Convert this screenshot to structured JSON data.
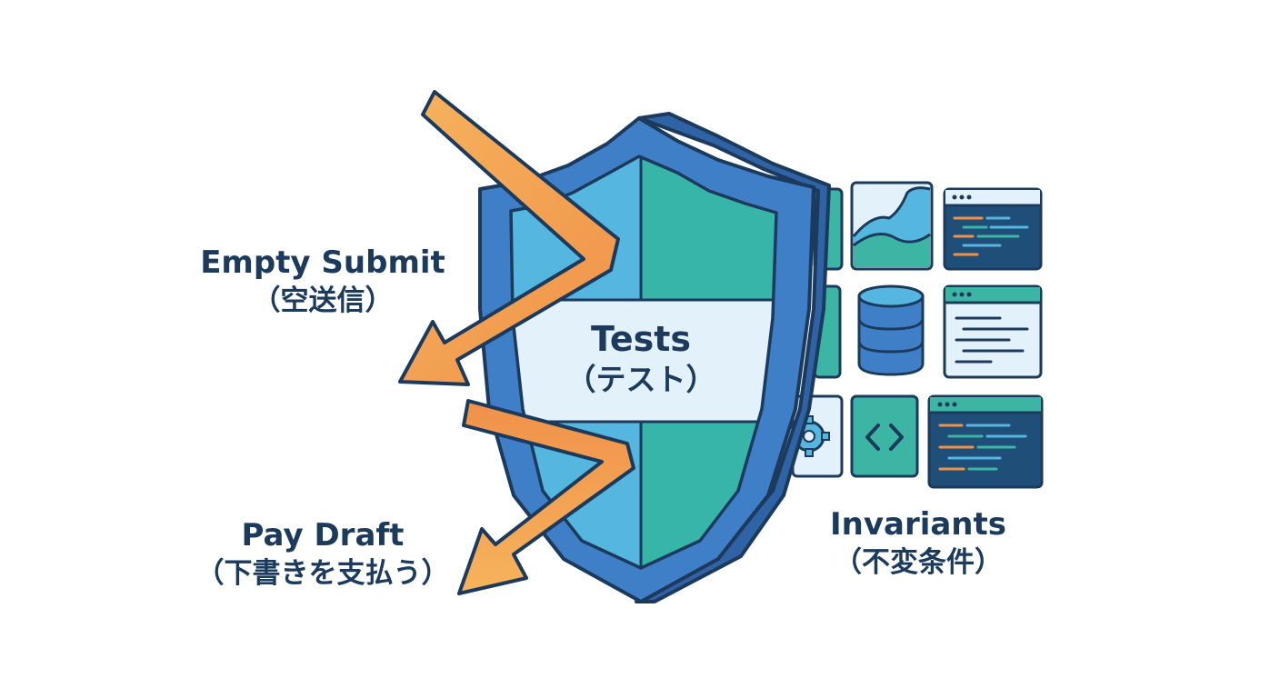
{
  "labels": {
    "empty_submit": {
      "en": "Empty Submit",
      "ja": "（空送信）"
    },
    "pay_draft": {
      "en": "Pay Draft",
      "ja": "（下書きを支払う）"
    },
    "tests": {
      "en": "Tests",
      "ja": "（テスト）"
    },
    "invariants": {
      "en": "Invariants",
      "ja": "（不変条件）"
    }
  },
  "icons": {
    "tiles": [
      "chart-icon",
      "code-window-icon",
      "database-icon",
      "document-window-icon",
      "gear-icon",
      "code-brackets-icon",
      "code-window-icon"
    ],
    "shield": "shield-icon",
    "arrows": [
      "deflected-arrow-icon",
      "deflected-arrow-icon"
    ]
  },
  "colors": {
    "navy": "#1b3a5c",
    "shield_blue": "#3f7fc8",
    "shield_sky": "#55b6e0",
    "shield_teal": "#36b5a8",
    "band": "#e3f1fa",
    "arrow_orange": "#f0914a",
    "arrow_light": "#f6b35c",
    "tile_light": "#e3f1fa",
    "tile_teal": "#3cb5a4",
    "tile_dark": "#1f4f78"
  }
}
